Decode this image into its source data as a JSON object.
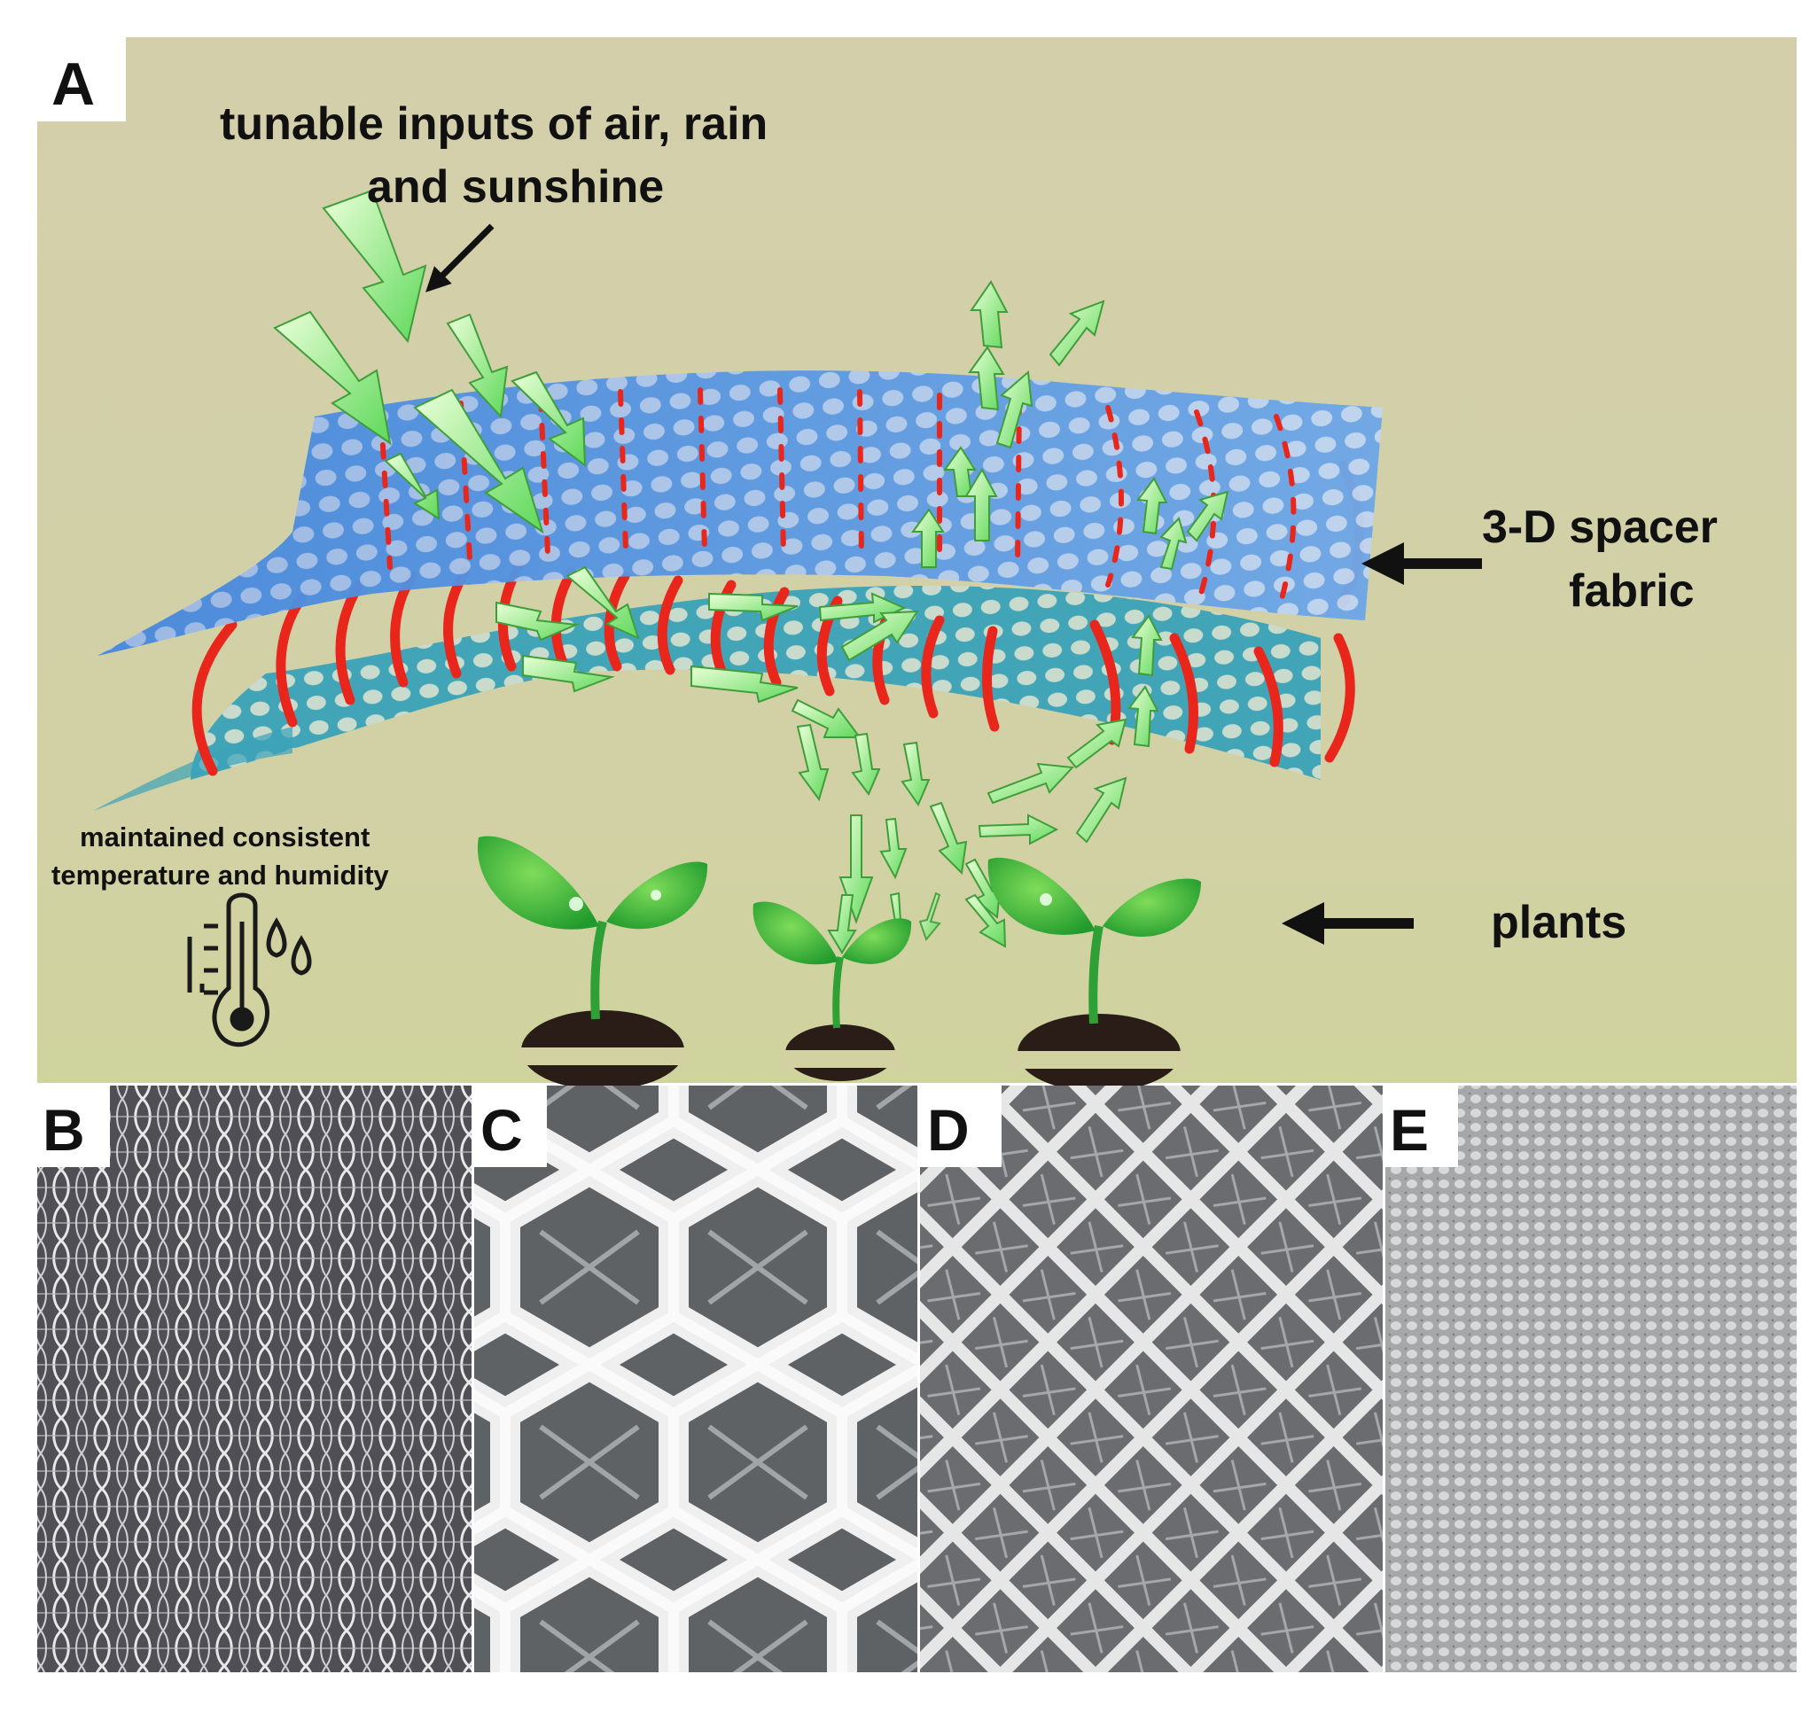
{
  "panels": {
    "a": {
      "label": "A"
    },
    "b": {
      "label": "B"
    },
    "c": {
      "label": "C"
    },
    "d": {
      "label": "D"
    },
    "e": {
      "label": "E"
    }
  },
  "annotations": {
    "inputs_line1": "tunable inputs of air, rain",
    "inputs_line2": "and sunshine",
    "fabric_line1": "3-D spacer",
    "fabric_line2": "fabric",
    "plants": "plants",
    "climate_line1": "maintained consistent",
    "climate_line2": "temperature and humidity"
  },
  "icons": [
    "thermometer-icon",
    "water-drops-icon",
    "plant-icon",
    "pointer-arrow-icon",
    "flow-arrow-icon"
  ],
  "colors": {
    "background_top": "#d3cfab",
    "background_bottom": "#cfd39d",
    "top_mesh": "#5b9de0",
    "bottom_mesh": "#3aa6b7",
    "spacer_yarn": "#e8261c",
    "flow_arrow": "#8fe87c",
    "plant_leaf": "#3bb43f",
    "soil": "#2a1d17"
  }
}
